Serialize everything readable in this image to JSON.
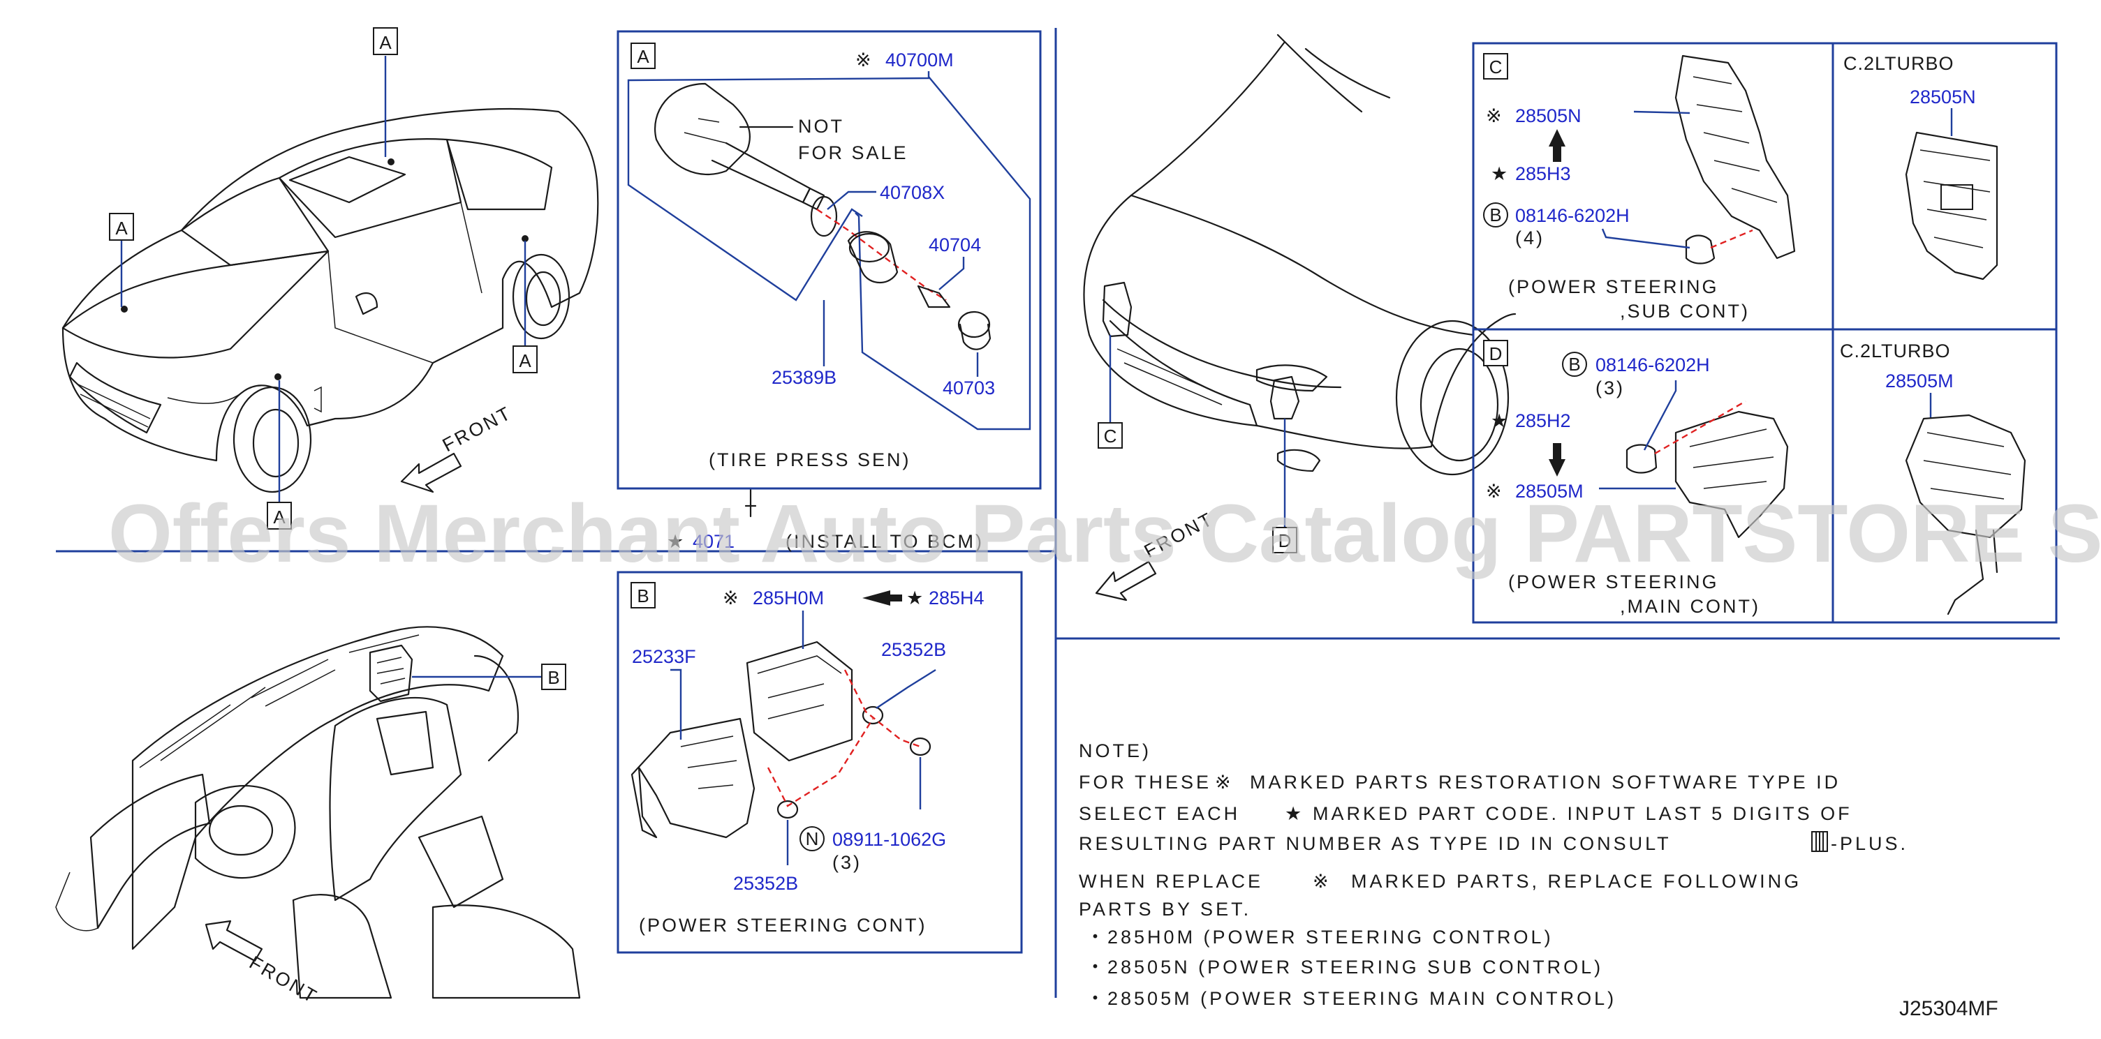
{
  "callouts": {
    "a": "A",
    "b": "B",
    "c": "C",
    "d": "D"
  },
  "panel_a": {
    "p40700m": "40700M",
    "not": "NOT",
    "for_sale": "FOR  SALE",
    "p40708x": "40708X",
    "p40704": "40704",
    "p25389b": "25389B",
    "p40703": "40703",
    "caption": "(TIRE  PRESS  SEN)"
  },
  "overview": {
    "front_top": "FRONT",
    "front_bottom": "FRONT",
    "front_right": "FRONT",
    "bcm_part": "4071",
    "bcm_note": "(INSTALL  TO  BCM)"
  },
  "panel_b": {
    "p285h0m": "285H0M",
    "p285h4": "285H4",
    "p25233f": "25233F",
    "p25352b_top": "25352B",
    "p08911": "08911-1062G",
    "qty": "(3)",
    "p25352b_bot": "25352B",
    "n_mark": "N",
    "caption": "(POWER  STEERING  CONT)"
  },
  "panel_c": {
    "p28505n": "28505N",
    "p285h3": "285H3",
    "p08146": "08146-6202H",
    "qty": "(4)",
    "b_mark": "B",
    "caption1": "(POWER  STEERING",
    "caption2": ",SUB  CONT)",
    "variant": "C.2LTURBO",
    "variant_pn": "28505N"
  },
  "panel_d": {
    "p08146": "08146-6202H",
    "qty": "(3)",
    "b_mark": "B",
    "p285h2": "285H2",
    "p28505m": "28505M",
    "caption1": "(POWER  STEERING",
    "caption2": ",MAIN  CONT)",
    "variant": "C.2LTURBO",
    "variant_pn": "28505M"
  },
  "notes": {
    "heading": "NOTE)",
    "l1a": "FOR  THESE",
    "l1b": "MARKED  PARTS  RESTORATION  SOFTWARE  TYPE  ID",
    "l2a": "SELECT  EACH",
    "l2b": "MARKED  PART  CODE.  INPUT  LAST  5  DIGITS  OF",
    "l3a": "RESULTING  PART  NUMBER  AS  TYPE  ID  IN  CONSULT",
    "l3b": "-PLUS.",
    "l4a": "WHEN  REPLACE",
    "l4b": "MARKED  PARTS,  REPLACE  FOLLOWING",
    "l5": "PARTS  BY  SET.",
    "items": [
      "・285H0M  (POWER  STEERING  CONTROL)",
      "・28505N  (POWER  STEERING  SUB  CONTROL)",
      "・28505M  (POWER  STEERING  MAIN  CONTROL)"
    ]
  },
  "diagram_code": "J25304MF",
  "watermark": "Offers Merchant Auto Parts Catalog PARTSTORE SA",
  "colors": {
    "part_number": "#1f27c9",
    "leader": "#1f3f9c",
    "connector": "#e02020",
    "watermark": "#c9c9c9"
  }
}
